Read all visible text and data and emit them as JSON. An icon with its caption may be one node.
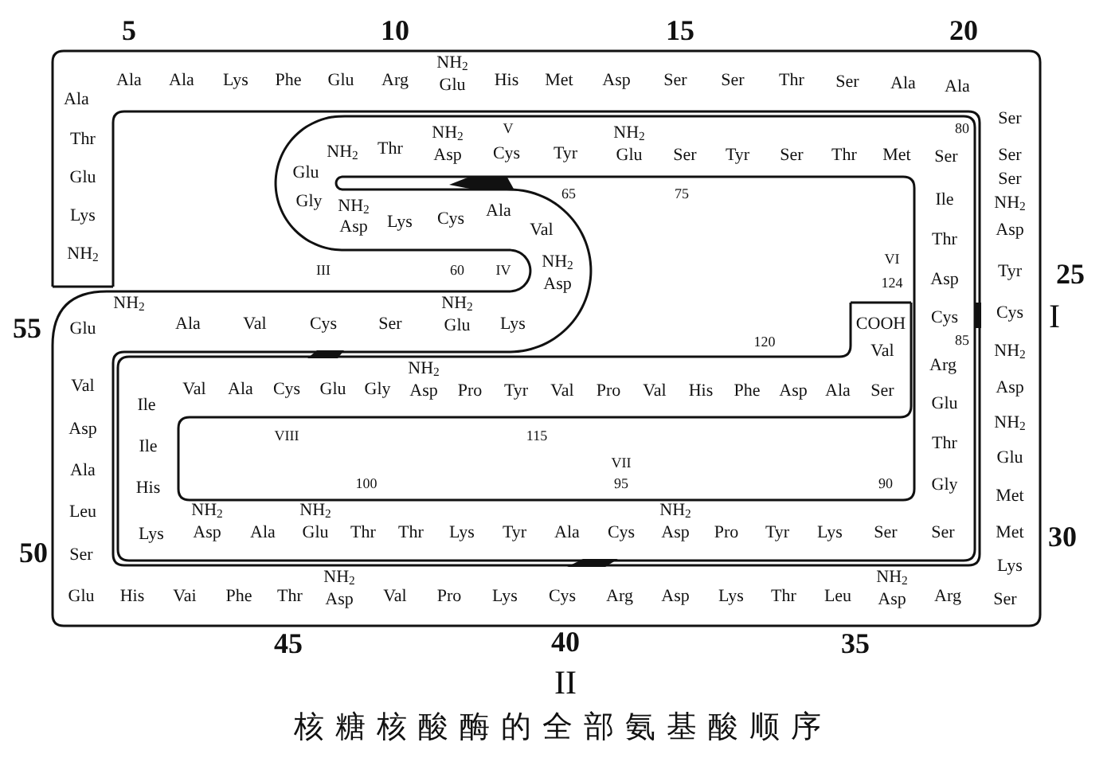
{
  "diagram": {
    "caption": "核糖核酸酶的全部氨基酸顺序",
    "nodes": [
      {
        "text": [
          "NH$_{2}$",
          "Lys",
          "Glu",
          "Thr",
          "Ala",
          "Ala",
          "Ala",
          "Lys",
          "Phe",
          "Glu",
          "Arg",
          "NH$_{2}$",
          "Glu",
          "His",
          "Met",
          "Asp",
          "Ser",
          "Ser",
          "Thr",
          "Ser",
          "Ala",
          "Ala",
          "Ser",
          "Ser",
          "Ser",
          "NH$_{2}$",
          "Asp",
          "Tyr",
          "Cys",
          "NH$_{2}$",
          "Asp",
          "NH$_{2}$",
          "Glu",
          "Met",
          "Met",
          "Lys",
          "Ser",
          "Arg",
          "NH$_{2}$",
          "Asp",
          "Leu",
          "Thr",
          "Lys",
          "Asp",
          "Arg",
          "Cys",
          "Lys",
          "Pro",
          "Val",
          "NH$_{2}$",
          "Asp",
          "Thr",
          "Phe",
          "Vai",
          "His",
          "Glu",
          "Ser",
          "Leu",
          "Ala",
          "Asp",
          "Val",
          "NH$_{2}$",
          "Glu",
          "Ala",
          "Val",
          "Cys",
          "Ser",
          "NH$_{2}$",
          "Glu",
          "Lys",
          "NH$_{2}$",
          "Asp",
          "Val",
          "Ala",
          "Cys",
          "Lys",
          "NH$_{2}$",
          "Asp",
          "Gly",
          "NH$_{2}$",
          "Glu",
          "Thr",
          "NH$_{2}$",
          "Asp",
          "Cys",
          "Tyr",
          "NH$_{2}$",
          "Glu",
          "Ser",
          "Tyr",
          "Ser",
          "Thr",
          "Met",
          "Ser",
          "Ile",
          "Thr",
          "Asp",
          "Cys",
          "Arg",
          "Glu",
          "Thr",
          "Gly",
          "Ser",
          "Ser",
          "Lys",
          "Tyr",
          "Pro",
          "NH$_{2}$",
          "Asp",
          "Cys",
          "Ala",
          "Tyr",
          "Lys",
          "Thr",
          "Thr",
          "NH$_{2}$",
          "Glu",
          "Ala",
          "NH$_{2}$",
          "Asp",
          "Lys",
          "His",
          "Ile",
          "Ile",
          "Val",
          "Ala",
          "Cys",
          "Glu",
          "Gly",
          "NH$_{2}$",
          "Asp",
          "Pro",
          "Tyr",
          "Val",
          "Pro",
          "Val",
          "His",
          "Phe",
          "Asp",
          "Ala",
          "Ser",
          "Val",
          "COOH"
        ]
      }
    ],
    "labels": [
      "5",
      "10",
      "15",
      "20",
      "V",
      "80",
      "65",
      "75",
      "VI",
      "III",
      "60",
      "IV",
      "25",
      "124",
      "I",
      "55",
      "120",
      "85",
      "VIII",
      "115",
      "VII",
      "100",
      "95",
      "90",
      "30",
      "50",
      "45",
      "40",
      "35",
      "II"
    ]
  }
}
